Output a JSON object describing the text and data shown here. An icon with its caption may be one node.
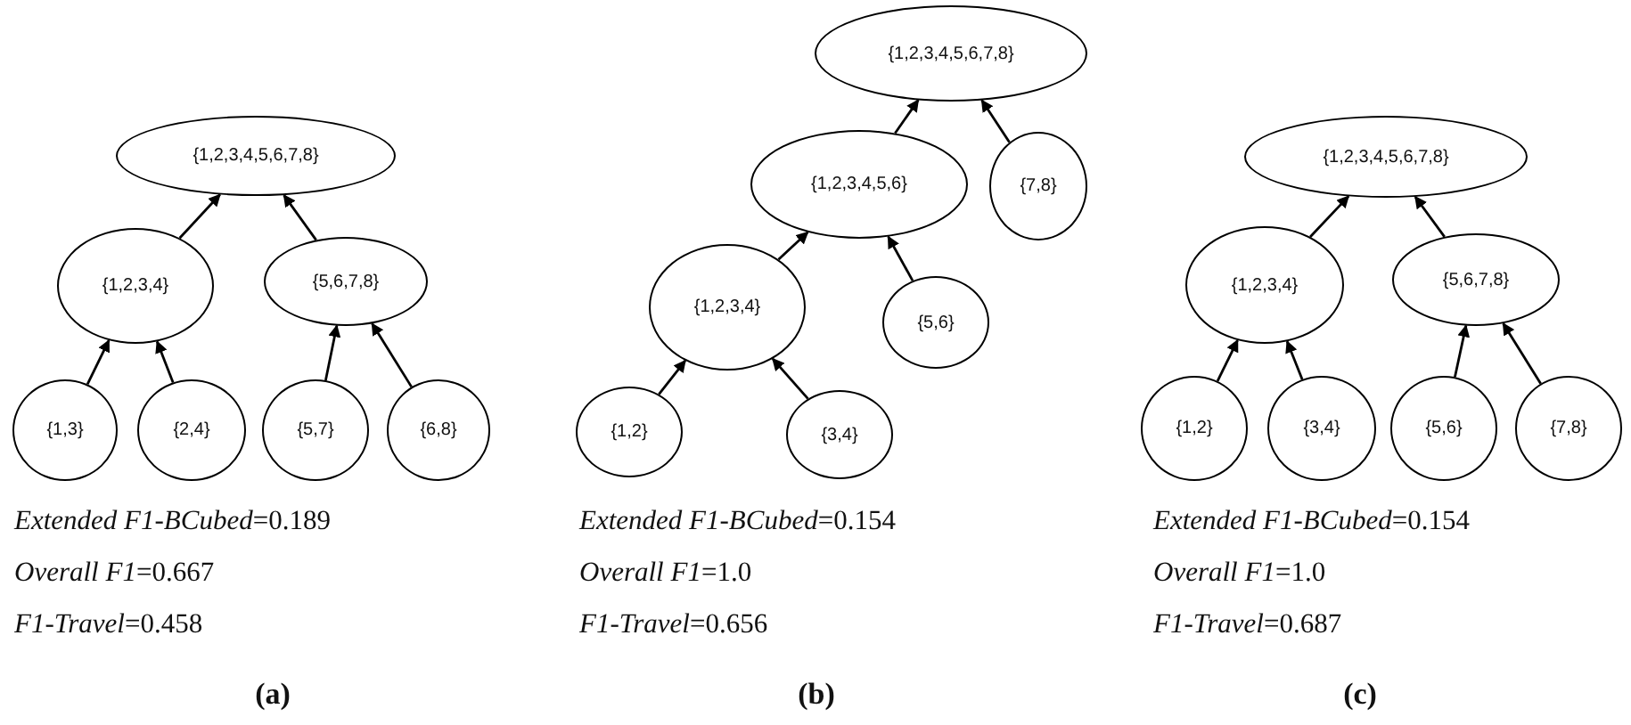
{
  "diagram": {
    "nodes": [
      {
        "text": [
          "{1,2,3,4,5,6,7,8}"
        ]
      },
      {
        "text": [
          "{1,2,3,4}"
        ]
      },
      {
        "text": [
          "{5,6,7,8}"
        ]
      },
      {
        "text": [
          "{1,3}"
        ]
      },
      {
        "text": [
          "{2,4}"
        ]
      },
      {
        "text": [
          "{5,7}"
        ]
      },
      {
        "text": [
          "{6,8}"
        ]
      },
      {
        "text": [
          "{1,2,3,4,5,6,7,8}"
        ]
      },
      {
        "text": [
          "{1,2,3,4,5,6}"
        ]
      },
      {
        "text": [
          "{7,8}"
        ]
      },
      {
        "text": [
          "{1,2,3,4}"
        ]
      },
      {
        "text": [
          "{5,6}"
        ]
      },
      {
        "text": [
          "{1,2}"
        ]
      },
      {
        "text": [
          "{3,4}"
        ]
      },
      {
        "text": [
          "{1,2,3,4,5,6,7,8}"
        ]
      },
      {
        "text": [
          "{1,2,3,4}"
        ]
      },
      {
        "text": [
          "{5,6,7,8}"
        ]
      },
      {
        "text": [
          "{1,2}"
        ]
      },
      {
        "text": [
          "{3,4}"
        ]
      },
      {
        "text": [
          "{5,6}"
        ]
      },
      {
        "text": [
          "{7,8}"
        ]
      }
    ],
    "edges": [
      {
        "from": 1,
        "to": 0,
        "arrow": "to"
      },
      {
        "from": 2,
        "to": 0,
        "arrow": "to"
      },
      {
        "from": 3,
        "to": 1,
        "arrow": "to"
      },
      {
        "from": 4,
        "to": 1,
        "arrow": "to"
      },
      {
        "from": 5,
        "to": 2,
        "arrow": "to"
      },
      {
        "from": 6,
        "to": 2,
        "arrow": "to"
      },
      {
        "from": 8,
        "to": 7,
        "arrow": "to"
      },
      {
        "from": 9,
        "to": 7,
        "arrow": "to"
      },
      {
        "from": 10,
        "to": 8,
        "arrow": "to"
      },
      {
        "from": 11,
        "to": 8,
        "arrow": "to"
      },
      {
        "from": 12,
        "to": 10,
        "arrow": "to"
      },
      {
        "from": 13,
        "to": 10,
        "arrow": "to"
      },
      {
        "from": 15,
        "to": 14,
        "arrow": "to"
      },
      {
        "from": 16,
        "to": 14,
        "arrow": "to"
      },
      {
        "from": 17,
        "to": 15,
        "arrow": "to"
      },
      {
        "from": 18,
        "to": 15,
        "arrow": "to"
      },
      {
        "from": 19,
        "to": 16,
        "arrow": "to"
      },
      {
        "from": 20,
        "to": 16,
        "arrow": "to"
      }
    ],
    "labels": [
      "*Extended F1-BCubed*=0.189",
      "*Overall F1*=0.667",
      "*F1-Travel*=0.458",
      "(a)",
      "*Extended F1-BCubed*=0.154",
      "*Overall F1*=1.0",
      "*F1-Travel*=0.656",
      "(b)",
      "*Extended F1-BCubed*=0.154",
      "*Overall F1*=1.0",
      "*F1-Travel*=0.687",
      "(c)"
    ]
  }
}
